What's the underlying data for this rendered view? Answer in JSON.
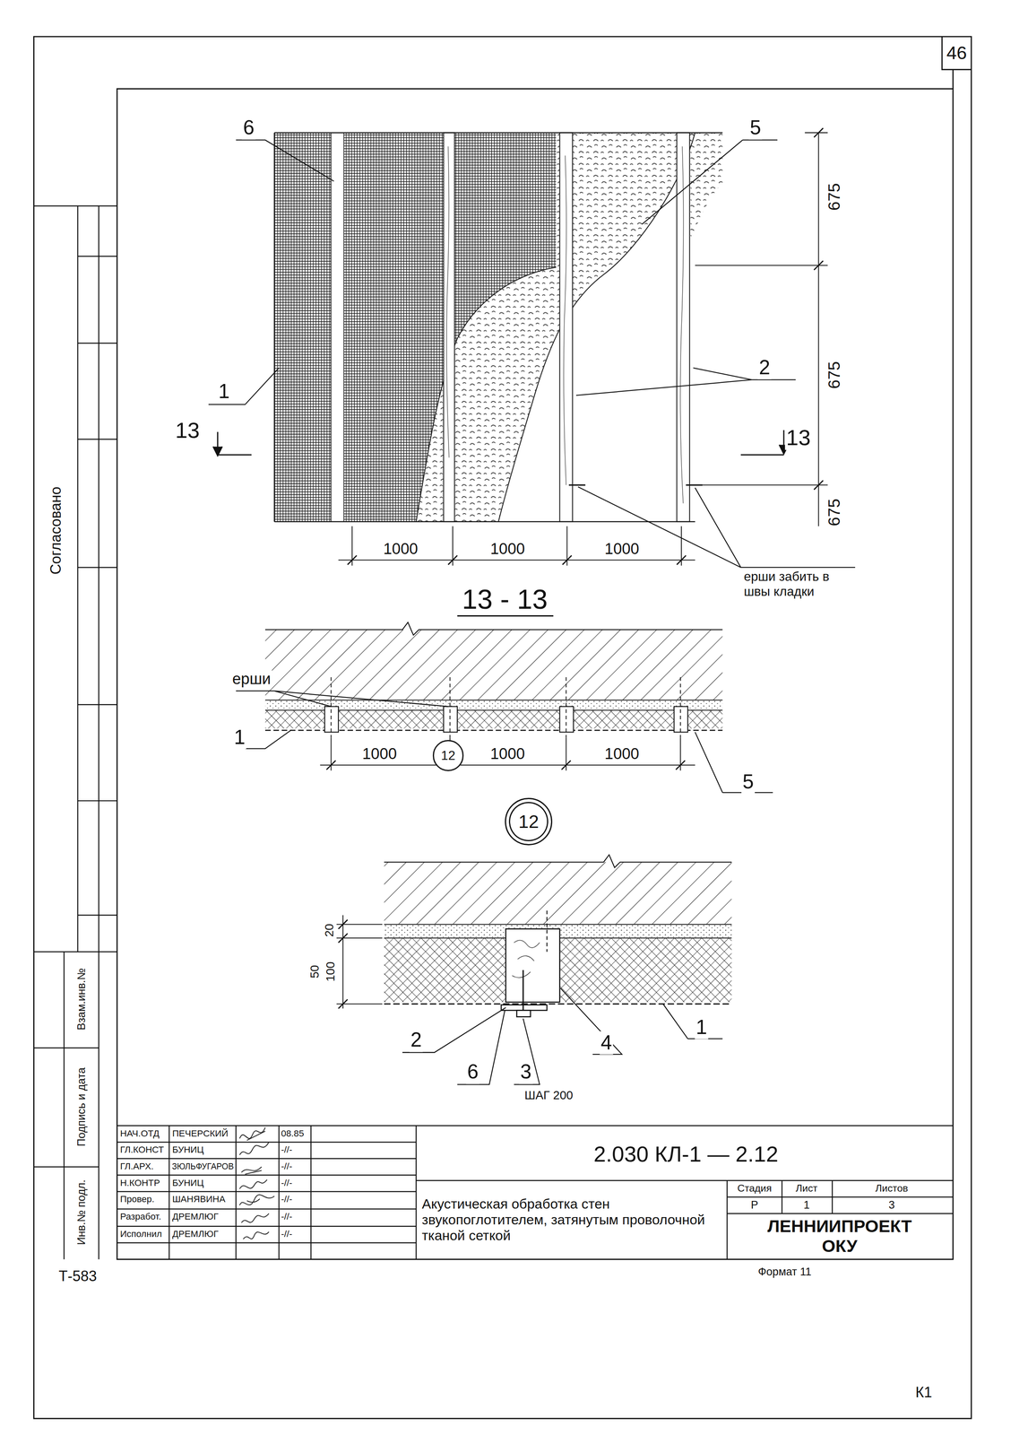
{
  "diagram": {
    "nodes": [
      {
        "text": [
          "46"
        ]
      },
      {
        "text": [
          "12"
        ]
      },
      {
        "text": [
          "12"
        ]
      }
    ],
    "labels": [
      "6",
      "5",
      "675",
      "675",
      "675",
      "1",
      "2",
      "13",
      "13",
      "1000",
      "1000",
      "1000",
      "ерши забить в швы кладки",
      "13 - 13",
      "ерши",
      "1",
      "1000",
      "1000",
      "1000",
      "5",
      "20",
      "50",
      "100",
      "2",
      "6",
      "3",
      "ШАГ 200",
      "4",
      "1",
      "Согласовано",
      "Взам.инв.№",
      "Подпись и дата",
      "Инв.№ подл.",
      "НАЧ.ОТД",
      "ГЛ.КОНСТ",
      "ГЛ.АРХ.",
      "Н.КОНТР",
      "Провер.",
      "Разработ.",
      "Исполнил",
      "ПЕЧЕРСКИЙ",
      "БУНИЦ",
      "ЗЮЛЬФУГАРОВ",
      "БУНИЦ",
      "ШАНЯВИНА",
      "ДРЕМЛЮГ",
      "ДРЕМЛЮГ",
      "08.85",
      "-//-",
      "-//-",
      "-//-",
      "-//-",
      "-//-",
      "-//-",
      "2.030 КЛ-1 — 2.12",
      "Акустическая обработка стен звукопоглотителем, затянутым проволочной тканой сеткой",
      "Стадия",
      "Лист",
      "Листов",
      "Р",
      "1",
      "3",
      "ЛЕННИИПРОЕКТ ОКУ",
      "Формат 11",
      "Т-583",
      "К1"
    ]
  }
}
